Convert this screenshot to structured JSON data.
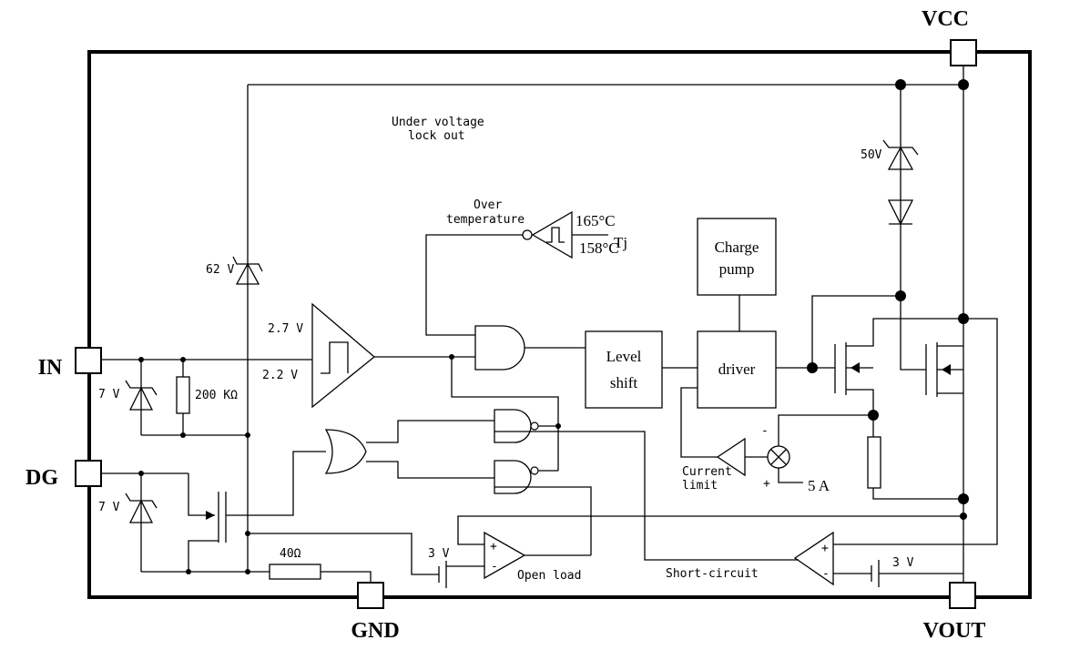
{
  "pins": {
    "vcc": "VCC",
    "in": "IN",
    "dg": "DG",
    "gnd": "GND",
    "vout": "VOUT"
  },
  "labels": {
    "uvlo_line1": "Under voltage",
    "uvlo_line2": "lock out",
    "overtemp_line1": "Over",
    "overtemp_line2": "temperature",
    "temp_high": "165°C",
    "temp_low": "158°C",
    "tj": "Tj",
    "charge_pump_line1": "Charge",
    "charge_pump_line2": "pump",
    "level_shift_line1": "Level",
    "level_shift_line2": "shift",
    "driver": "driver",
    "current_limit_line1": "Current",
    "current_limit_line2": "limit",
    "current_value": "5 A",
    "open_load": "Open load",
    "short_circuit": "Short-circuit",
    "v_2_7": "2.7 V",
    "v_2_2": "2.2 V",
    "v_62": "62 V",
    "v_50": "50V",
    "v_7_in": "7 V",
    "v_7_dg": "7 V",
    "r_200k": "200 KΩ",
    "r_40": "40Ω",
    "v_3_open": "3 V",
    "v_3_short": "3 V",
    "plus": "+",
    "minus": "-"
  }
}
